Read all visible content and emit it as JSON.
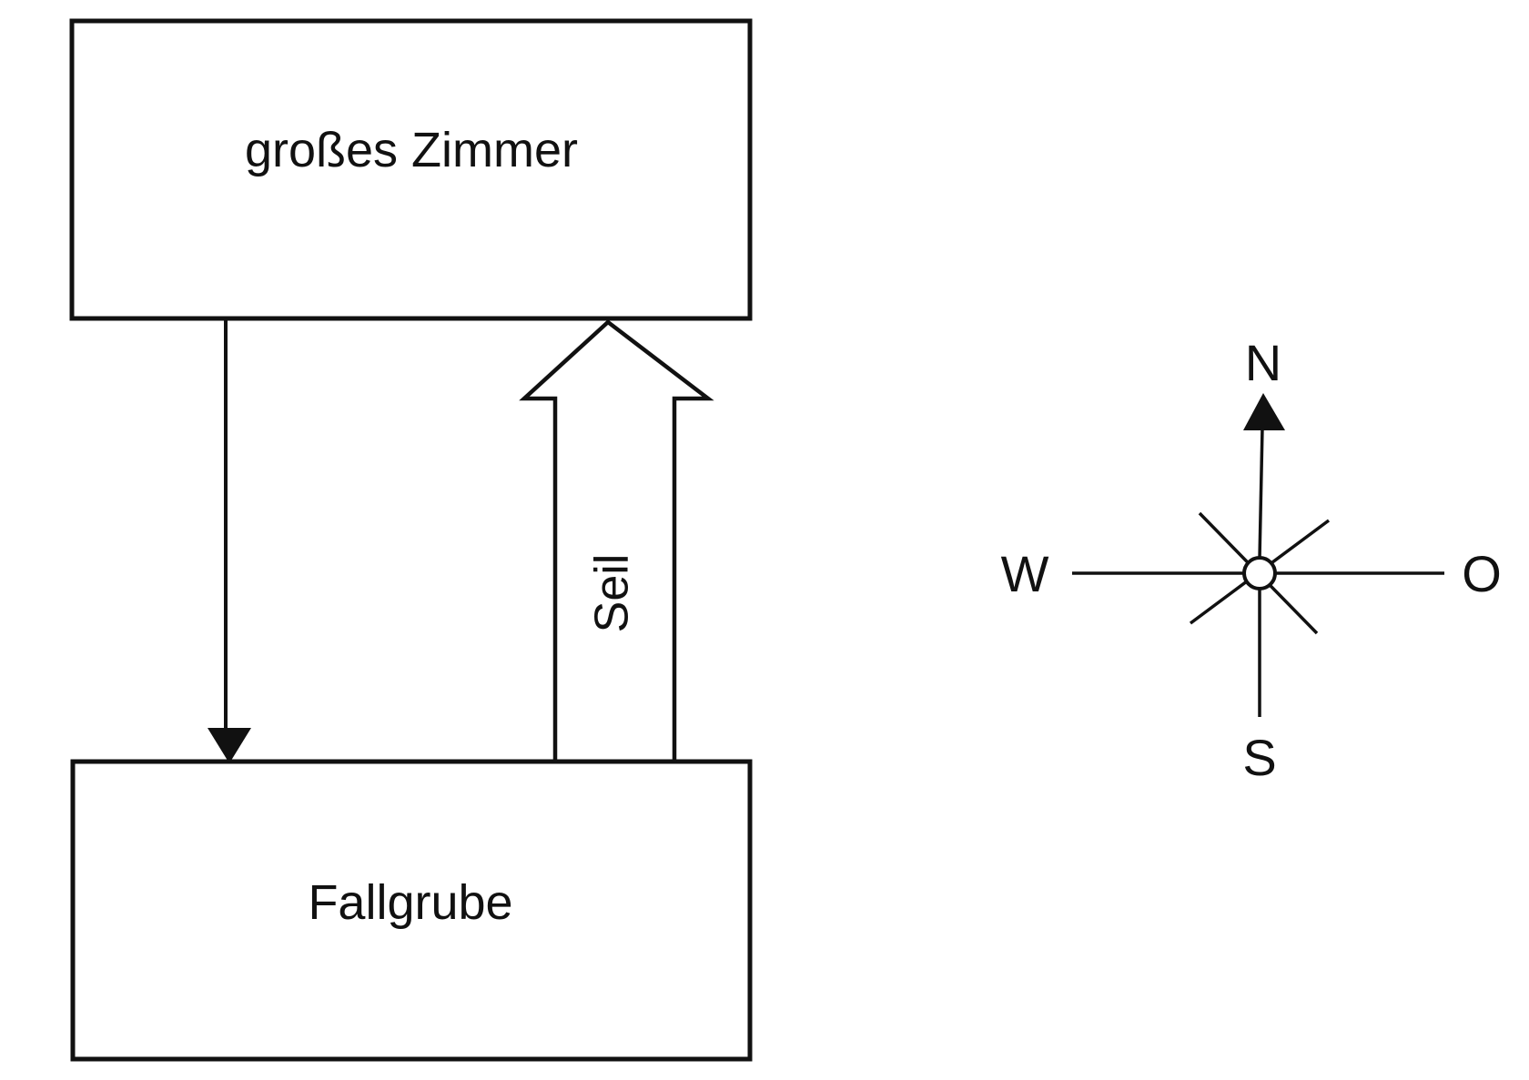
{
  "rooms": {
    "top": {
      "label": "großes Zimmer"
    },
    "bottom": {
      "label": "Fallgrube"
    }
  },
  "connections": {
    "rope_label": "Seil"
  },
  "compass": {
    "north": "N",
    "south": "S",
    "west": "W",
    "east": "O"
  },
  "colors": {
    "ink": "#111111",
    "background": "#ffffff"
  }
}
